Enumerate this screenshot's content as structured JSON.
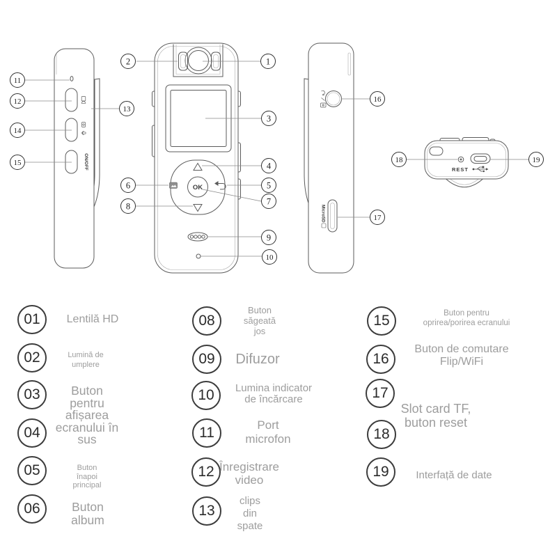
{
  "diagram": {
    "callouts": [
      "1",
      "2",
      "3",
      "4",
      "5",
      "6",
      "7",
      "8",
      "9",
      "10",
      "11",
      "12",
      "13",
      "14",
      "15",
      "16",
      "17",
      "18",
      "19"
    ],
    "labels": {
      "ok": "OK",
      "on_off": "ON/OFF",
      "microsd": "MicroSD",
      "rest": "REST"
    }
  },
  "legend": {
    "column1": [
      {
        "num": "01",
        "label": "Lentilă HD"
      },
      {
        "num": "02",
        "label": "Lumină de\numplere"
      },
      {
        "num": "03",
        "label": "Buton\npentru\nafișarea\necranului în\nsus"
      },
      {
        "num": "04",
        "label": ""
      },
      {
        "num": "05",
        "label": "Buton\nînapoi\nprincipal"
      },
      {
        "num": "06",
        "label": "Buton\nalbum"
      }
    ],
    "column2": [
      {
        "num": "08",
        "label": "Buton\nsăgeată\njos"
      },
      {
        "num": "09",
        "label": "Difuzor"
      },
      {
        "num": "10",
        "label": "Lumina indicator\nde încărcare"
      },
      {
        "num": "11",
        "label": "Port\nmicrofon"
      },
      {
        "num": "12",
        "label": "Înregistrare\nvideo"
      },
      {
        "num": "13",
        "label": "clips\ndin\nspate"
      }
    ],
    "column3": [
      {
        "num": "15",
        "label": "Buton pentru\noprirea/porirea ecranului"
      },
      {
        "num": "16",
        "label": "Buton de comutare\nFlip/WiFi"
      },
      {
        "num": "17",
        "label": "Slot card TF,\nbuton reset"
      },
      {
        "num": "18",
        "label": ""
      },
      {
        "num": "19",
        "label": "Interfață de date"
      }
    ]
  }
}
